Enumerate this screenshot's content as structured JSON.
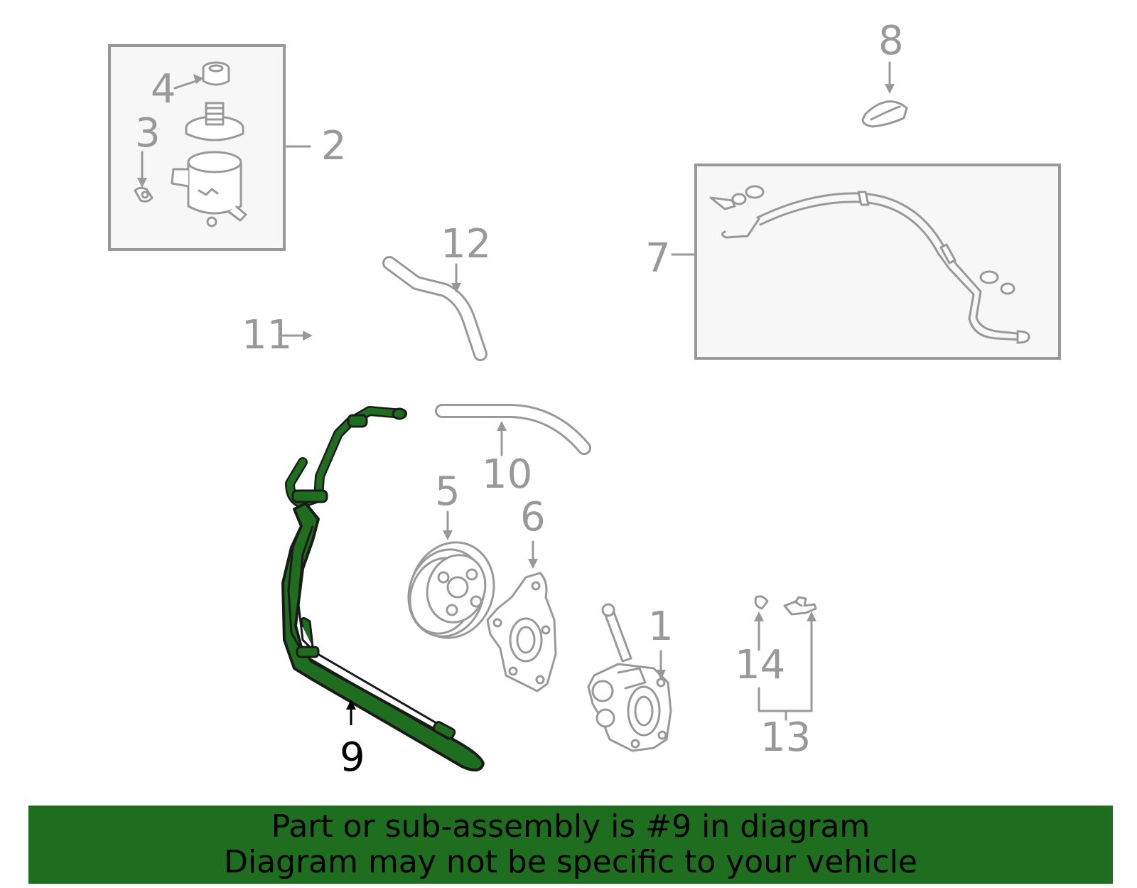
{
  "colors": {
    "highlight": "#1f6e1f",
    "part_line": "#999999",
    "highlight_label": "#000000"
  },
  "callouts": {
    "c1": "1",
    "c2": "2",
    "c3": "3",
    "c4": "4",
    "c5": "5",
    "c6": "6",
    "c7": "7",
    "c8": "8",
    "c9": "9",
    "c10": "10",
    "c11": "11",
    "c12": "12",
    "c13": "13",
    "c14": "14"
  },
  "highlighted_part": "9",
  "banner": {
    "line1": "Part or sub-assembly is #9 in diagram",
    "line2": "Diagram may not be specific to your vehicle"
  }
}
